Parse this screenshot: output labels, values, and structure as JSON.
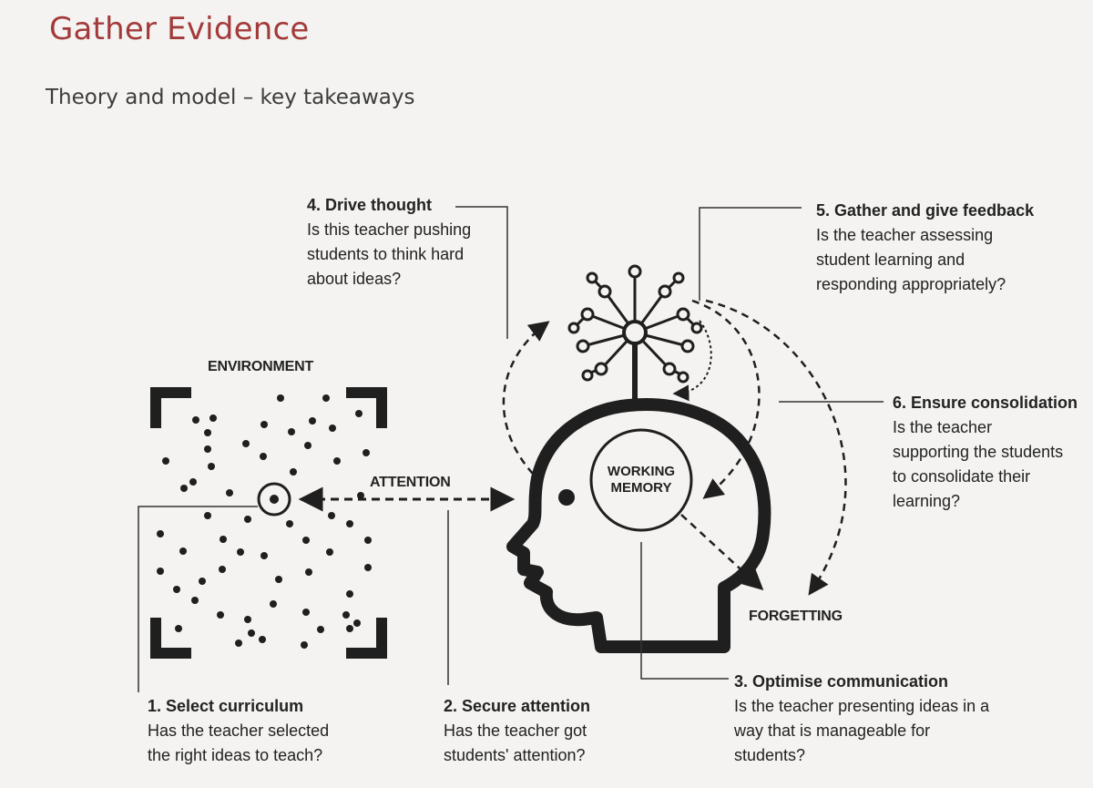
{
  "header": {
    "title": "Gather Evidence",
    "subtitle": "Theory and model – key takeaways"
  },
  "labels": {
    "environment": "ENVIRONMENT",
    "attention": "ATTENTION",
    "working_memory_line1": "WORKING",
    "working_memory_line2": "MEMORY",
    "forgetting": "FORGETTING"
  },
  "callouts": {
    "c1": {
      "head": "1. Select curriculum",
      "lines": [
        "Has the teacher selected",
        "the right ideas to teach?"
      ]
    },
    "c2": {
      "head": "2. Secure attention",
      "lines": [
        "Has the teacher got",
        "students' attention?"
      ]
    },
    "c3": {
      "head": "3. Optimise communication",
      "lines": [
        "Is the teacher presenting ideas in a",
        "way that is manageable for",
        "students?"
      ]
    },
    "c4": {
      "head": "4. Drive thought",
      "lines": [
        "Is this teacher pushing",
        "students to think hard",
        "about ideas?"
      ]
    },
    "c5": {
      "head": "5. Gather and give feedback",
      "lines": [
        "Is the teacher assessing",
        "student learning and",
        "responding appropriately?"
      ]
    },
    "c6": {
      "head": "6. Ensure consolidation",
      "lines": [
        "Is the teacher",
        "supporting the students",
        "to consolidate their",
        "learning?"
      ]
    }
  },
  "colors": {
    "title": "#a33a3a",
    "ink": "#1f1f1f",
    "background": "#f4f3f1"
  }
}
